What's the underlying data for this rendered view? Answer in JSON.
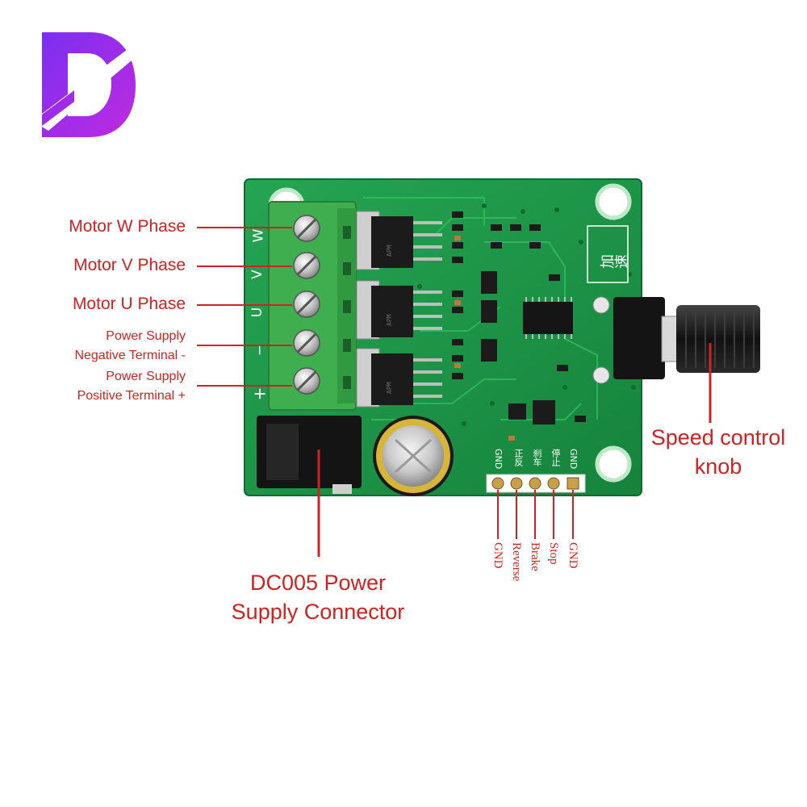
{
  "colors": {
    "label_red": "#d32020",
    "pcb_green": "#1f9a4a",
    "terminal_green": "#3fae4f",
    "logo_purple": "#7b2ff2",
    "logo_magenta": "#c02ae0"
  },
  "logo": {
    "letter": "D",
    "icon": "brand-d-logo-icon"
  },
  "labels": {
    "motor_w": "Motor W Phase",
    "motor_v": "Motor V Phase",
    "motor_u": "Motor U Phase",
    "ps_neg_line1": "Power Supply",
    "ps_neg_line2": "Negative Terminal -",
    "ps_pos_line1": "Power Supply",
    "ps_pos_line2": "Positive Terminal +",
    "speed_line1": "Speed control",
    "speed_line2": "knob",
    "dc005_line1": "DC005 Power",
    "dc005_line2": "Supply Connector"
  },
  "pins": [
    "GND",
    "Reverse",
    "Brake",
    "Stop",
    "GND"
  ],
  "silkscreen": {
    "terminals": [
      "W",
      "V",
      "U",
      "−",
      "+"
    ],
    "accel": "加速",
    "pin_labels": [
      "GND",
      "正反",
      "刹车",
      "停止",
      "GND"
    ],
    "mosfet_marks": [
      "APM",
      "APM",
      "APM"
    ]
  }
}
